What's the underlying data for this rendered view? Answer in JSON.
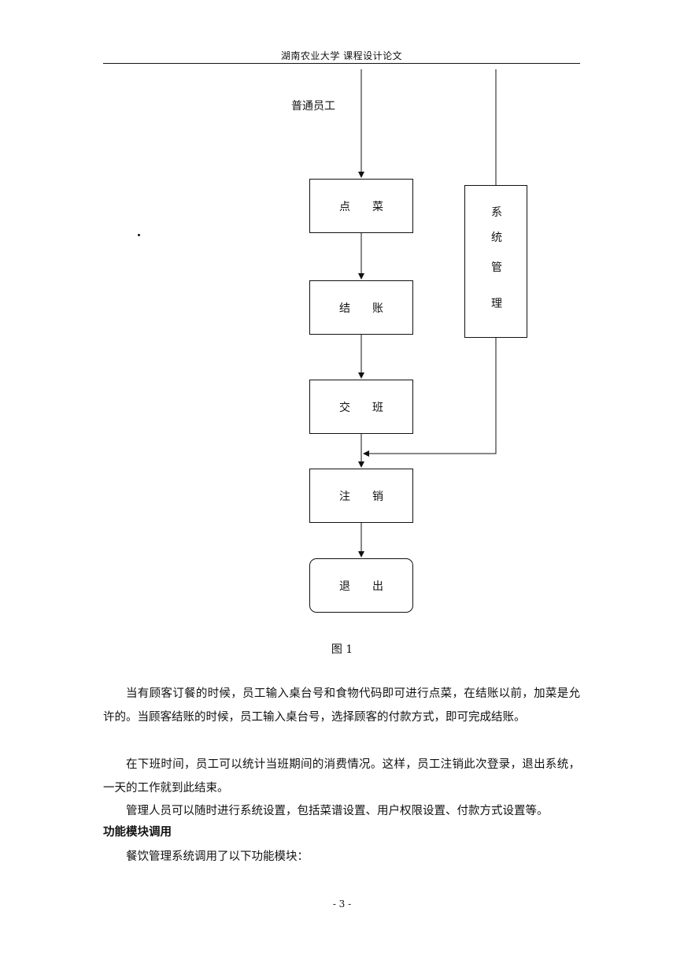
{
  "header": {
    "title": "湖南农业大学  课程设计论文"
  },
  "flowchart": {
    "actor_label": "普通员工",
    "steps": [
      {
        "first": "点",
        "second": "菜"
      },
      {
        "first": "结",
        "second": "账"
      },
      {
        "first": "交",
        "second": "班"
      },
      {
        "first": "注",
        "second": "销"
      },
      {
        "first": "退",
        "second": "出"
      }
    ],
    "admin_box": [
      "系",
      "统",
      "管",
      "理"
    ]
  },
  "figure_caption": "图 1",
  "paragraphs": [
    "当有顾客订餐的时候，员工输入桌台号和食物代码即可进行点菜，在结账以前，加菜是允许的。当顾客结账的时候，员工输入桌台号，选择顾客的付款方式，即可完成结账。",
    "在下班时间，员工可以统计当班期间的消费情况。这样，员工注销此次登录，退出系统，一天的工作就到此结束。",
    "管理人员可以随时进行系统设置，包括菜谱设置、用户权限设置、付款方式设置等。"
  ],
  "section_title": "功能模块调用",
  "section_intro": "餐饮管理系统调用了以下功能模块：",
  "page_number": "- 3 -"
}
